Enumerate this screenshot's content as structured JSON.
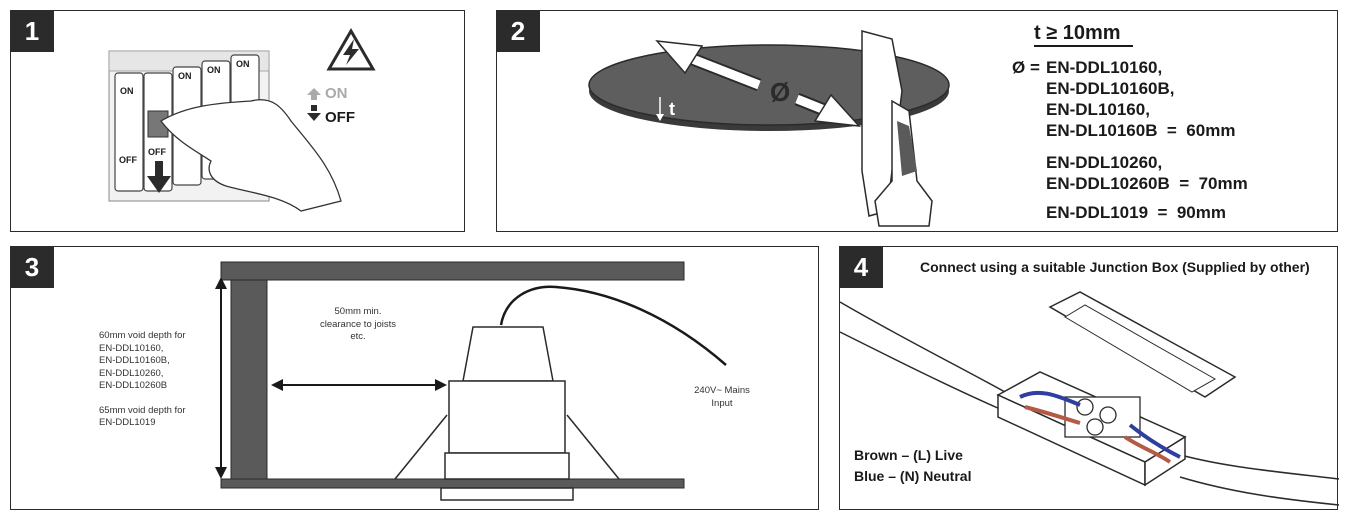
{
  "panels": [
    {
      "number": "1"
    },
    {
      "number": "2"
    },
    {
      "number": "3"
    },
    {
      "number": "4"
    }
  ],
  "step1": {
    "on_label": "ON",
    "off_label": "OFF",
    "breaker_on": "ON",
    "breaker_off": "OFF"
  },
  "step2": {
    "thickness": "t ≥ 10mm",
    "dia_symbol": "Ø",
    "t_symbol": "t",
    "group1_prefix": "Ø = ",
    "group1_lines": [
      "EN-DDL10160,",
      "EN-DDL10160B,",
      "EN-DL10160,",
      "EN-DL10160B  =  60mm"
    ],
    "group2_lines": [
      "EN-DDL10260,",
      "EN-DDL10260B  =  70mm"
    ],
    "group3_lines": [
      "EN-DDL1019  =  90mm"
    ]
  },
  "step3": {
    "void_lines": [
      "60mm void depth for",
      "EN-DDL10160,",
      "EN-DDL10160B,",
      "EN-DDL10260,",
      "EN-DDL10260B",
      "",
      "65mm void depth for",
      "EN-DDL1019"
    ],
    "clearance_lines": [
      "50mm min.",
      "clearance to joists",
      "etc."
    ],
    "mains_lines": [
      "240V~ Mains",
      "Input"
    ]
  },
  "step4": {
    "title": "Connect using a suitable Junction Box (Supplied by other)",
    "brown": "Brown – (L) Live",
    "blue": "Blue – (N) Neutral"
  }
}
